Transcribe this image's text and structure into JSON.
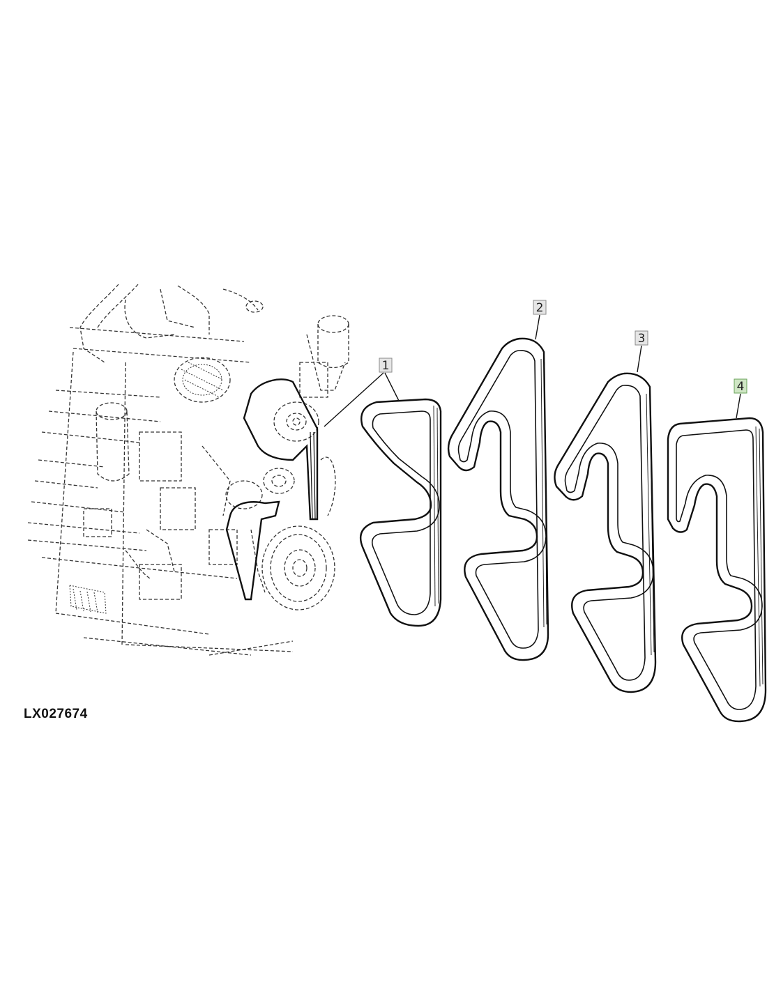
{
  "figure": {
    "label": "LX027674"
  },
  "callouts": [
    {
      "id": "1",
      "label": "1",
      "highlighted": false
    },
    {
      "id": "2",
      "label": "2",
      "highlighted": false
    },
    {
      "id": "3",
      "label": "3",
      "highlighted": false
    },
    {
      "id": "4",
      "label": "4",
      "highlighted": true
    }
  ],
  "colors": {
    "callout_fill": "#e6e6e6",
    "callout_highlight_fill": "#cfe6c4",
    "line": "#111111"
  }
}
